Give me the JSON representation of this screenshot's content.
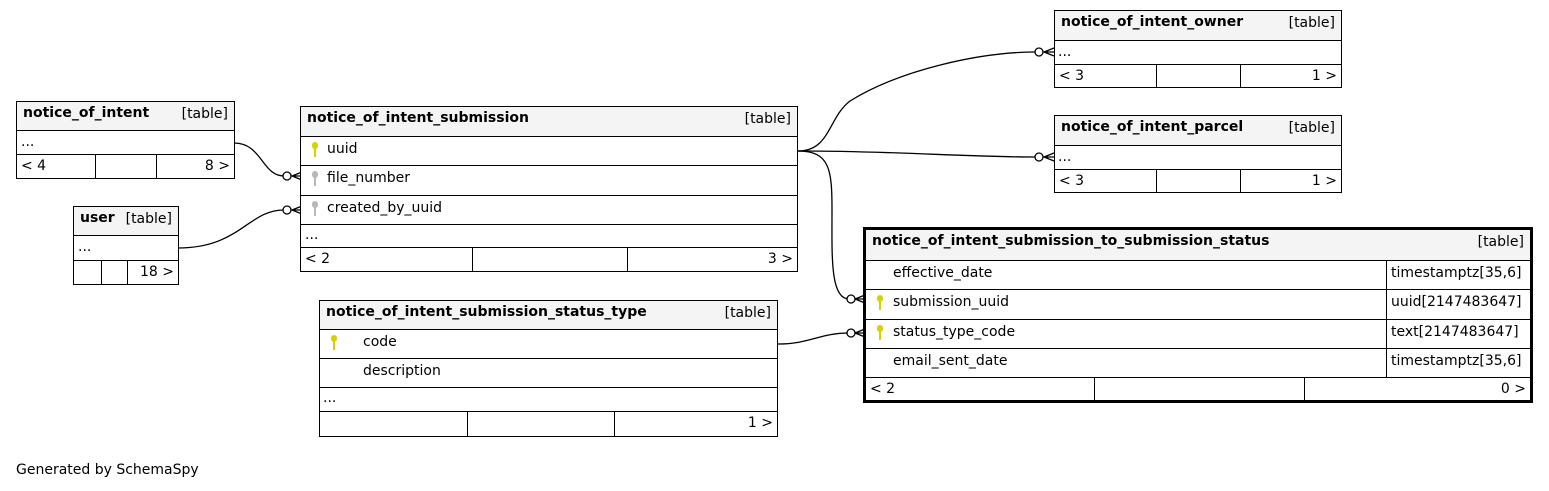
{
  "tables": {
    "noi": {
      "name": "notice_of_intent",
      "type": "[table]",
      "ellipsis": "...",
      "nav_prev": "< 4",
      "nav_next": "8 >"
    },
    "user": {
      "name": "user",
      "type": "[table]",
      "ellipsis": "...",
      "nav_next": "18 >"
    },
    "submission": {
      "name": "notice_of_intent_submission",
      "type": "[table]",
      "columns": [
        {
          "name": "uuid",
          "key": "pk"
        },
        {
          "name": "file_number",
          "key": "fk"
        },
        {
          "name": "created_by_uuid",
          "key": "fk"
        }
      ],
      "ellipsis": "...",
      "nav_prev": "< 2",
      "nav_next": "3 >"
    },
    "status_type": {
      "name": "notice_of_intent_submission_status_type",
      "type": "[table]",
      "columns": [
        {
          "name": "code",
          "key": "pk"
        },
        {
          "name": "description",
          "key": ""
        }
      ],
      "ellipsis": "...",
      "nav_next": "1 >"
    },
    "owner": {
      "name": "notice_of_intent_owner",
      "type": "[table]",
      "ellipsis": "...",
      "nav_prev": "< 3",
      "nav_next": "1 >"
    },
    "parcel": {
      "name": "notice_of_intent_parcel",
      "type": "[table]",
      "ellipsis": "...",
      "nav_prev": "< 3",
      "nav_next": "1 >"
    },
    "to_status": {
      "name": "notice_of_intent_submission_to_submission_status",
      "type": "[table]",
      "columns": [
        {
          "name": "effective_date",
          "key": "",
          "type": "timestamptz[35,6]"
        },
        {
          "name": "submission_uuid",
          "key": "pk",
          "type": "uuid[2147483647]"
        },
        {
          "name": "status_type_code",
          "key": "pk",
          "type": "text[2147483647]"
        },
        {
          "name": "email_sent_date",
          "key": "",
          "type": "timestamptz[35,6]"
        }
      ],
      "nav_prev": "< 2",
      "nav_next": "0 >"
    }
  },
  "relationships": [
    {
      "from": "notice_of_intent",
      "to": "notice_of_intent_submission.file_number"
    },
    {
      "from": "user",
      "to": "notice_of_intent_submission.created_by_uuid"
    },
    {
      "from": "notice_of_intent_submission.uuid",
      "to": "notice_of_intent_owner"
    },
    {
      "from": "notice_of_intent_submission.uuid",
      "to": "notice_of_intent_parcel"
    },
    {
      "from": "notice_of_intent_submission.uuid",
      "to": "notice_of_intent_submission_to_submission_status.submission_uuid"
    },
    {
      "from": "notice_of_intent_submission_status_type.code",
      "to": "notice_of_intent_submission_to_submission_status.status_type_code"
    }
  ],
  "colors": {
    "primary_key": "#d8d000",
    "foreign_key": "#b8b8b8",
    "header_bg": "#f4f4f4",
    "line": "#000000"
  },
  "footer": {
    "generated_by": "Generated by SchemaSpy"
  }
}
